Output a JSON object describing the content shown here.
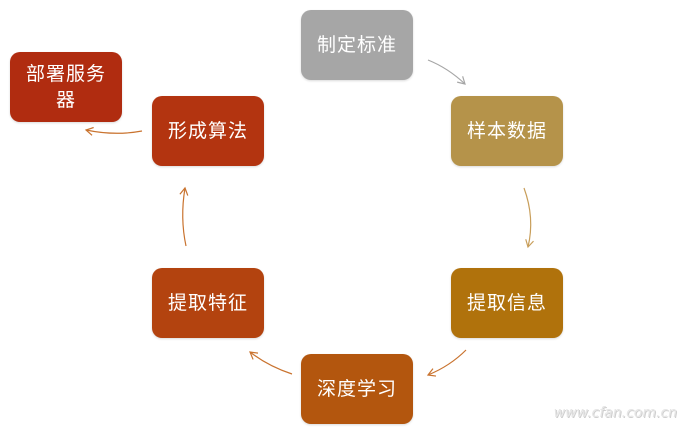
{
  "nodes": {
    "standard": {
      "label": "制定标准",
      "color": "#A6A6A6"
    },
    "sample": {
      "label": "样本数据",
      "color": "#B5934A"
    },
    "extract_info": {
      "label": "提取信息",
      "color": "#B0720C"
    },
    "deep_learning": {
      "label": "深度学习",
      "color": "#B3560E"
    },
    "extract_feature": {
      "label": "提取特征",
      "color": "#B3430F"
    },
    "algorithm": {
      "label": "形成算法",
      "color": "#B33410"
    },
    "deploy": {
      "label": "部署服务器",
      "color": "#B02C10"
    }
  },
  "arrow_colors": {
    "gray": "#A6A6A6",
    "gold": "#C89E5A",
    "orange": "#C9732F"
  },
  "watermark": "www.cfan.com.cn"
}
